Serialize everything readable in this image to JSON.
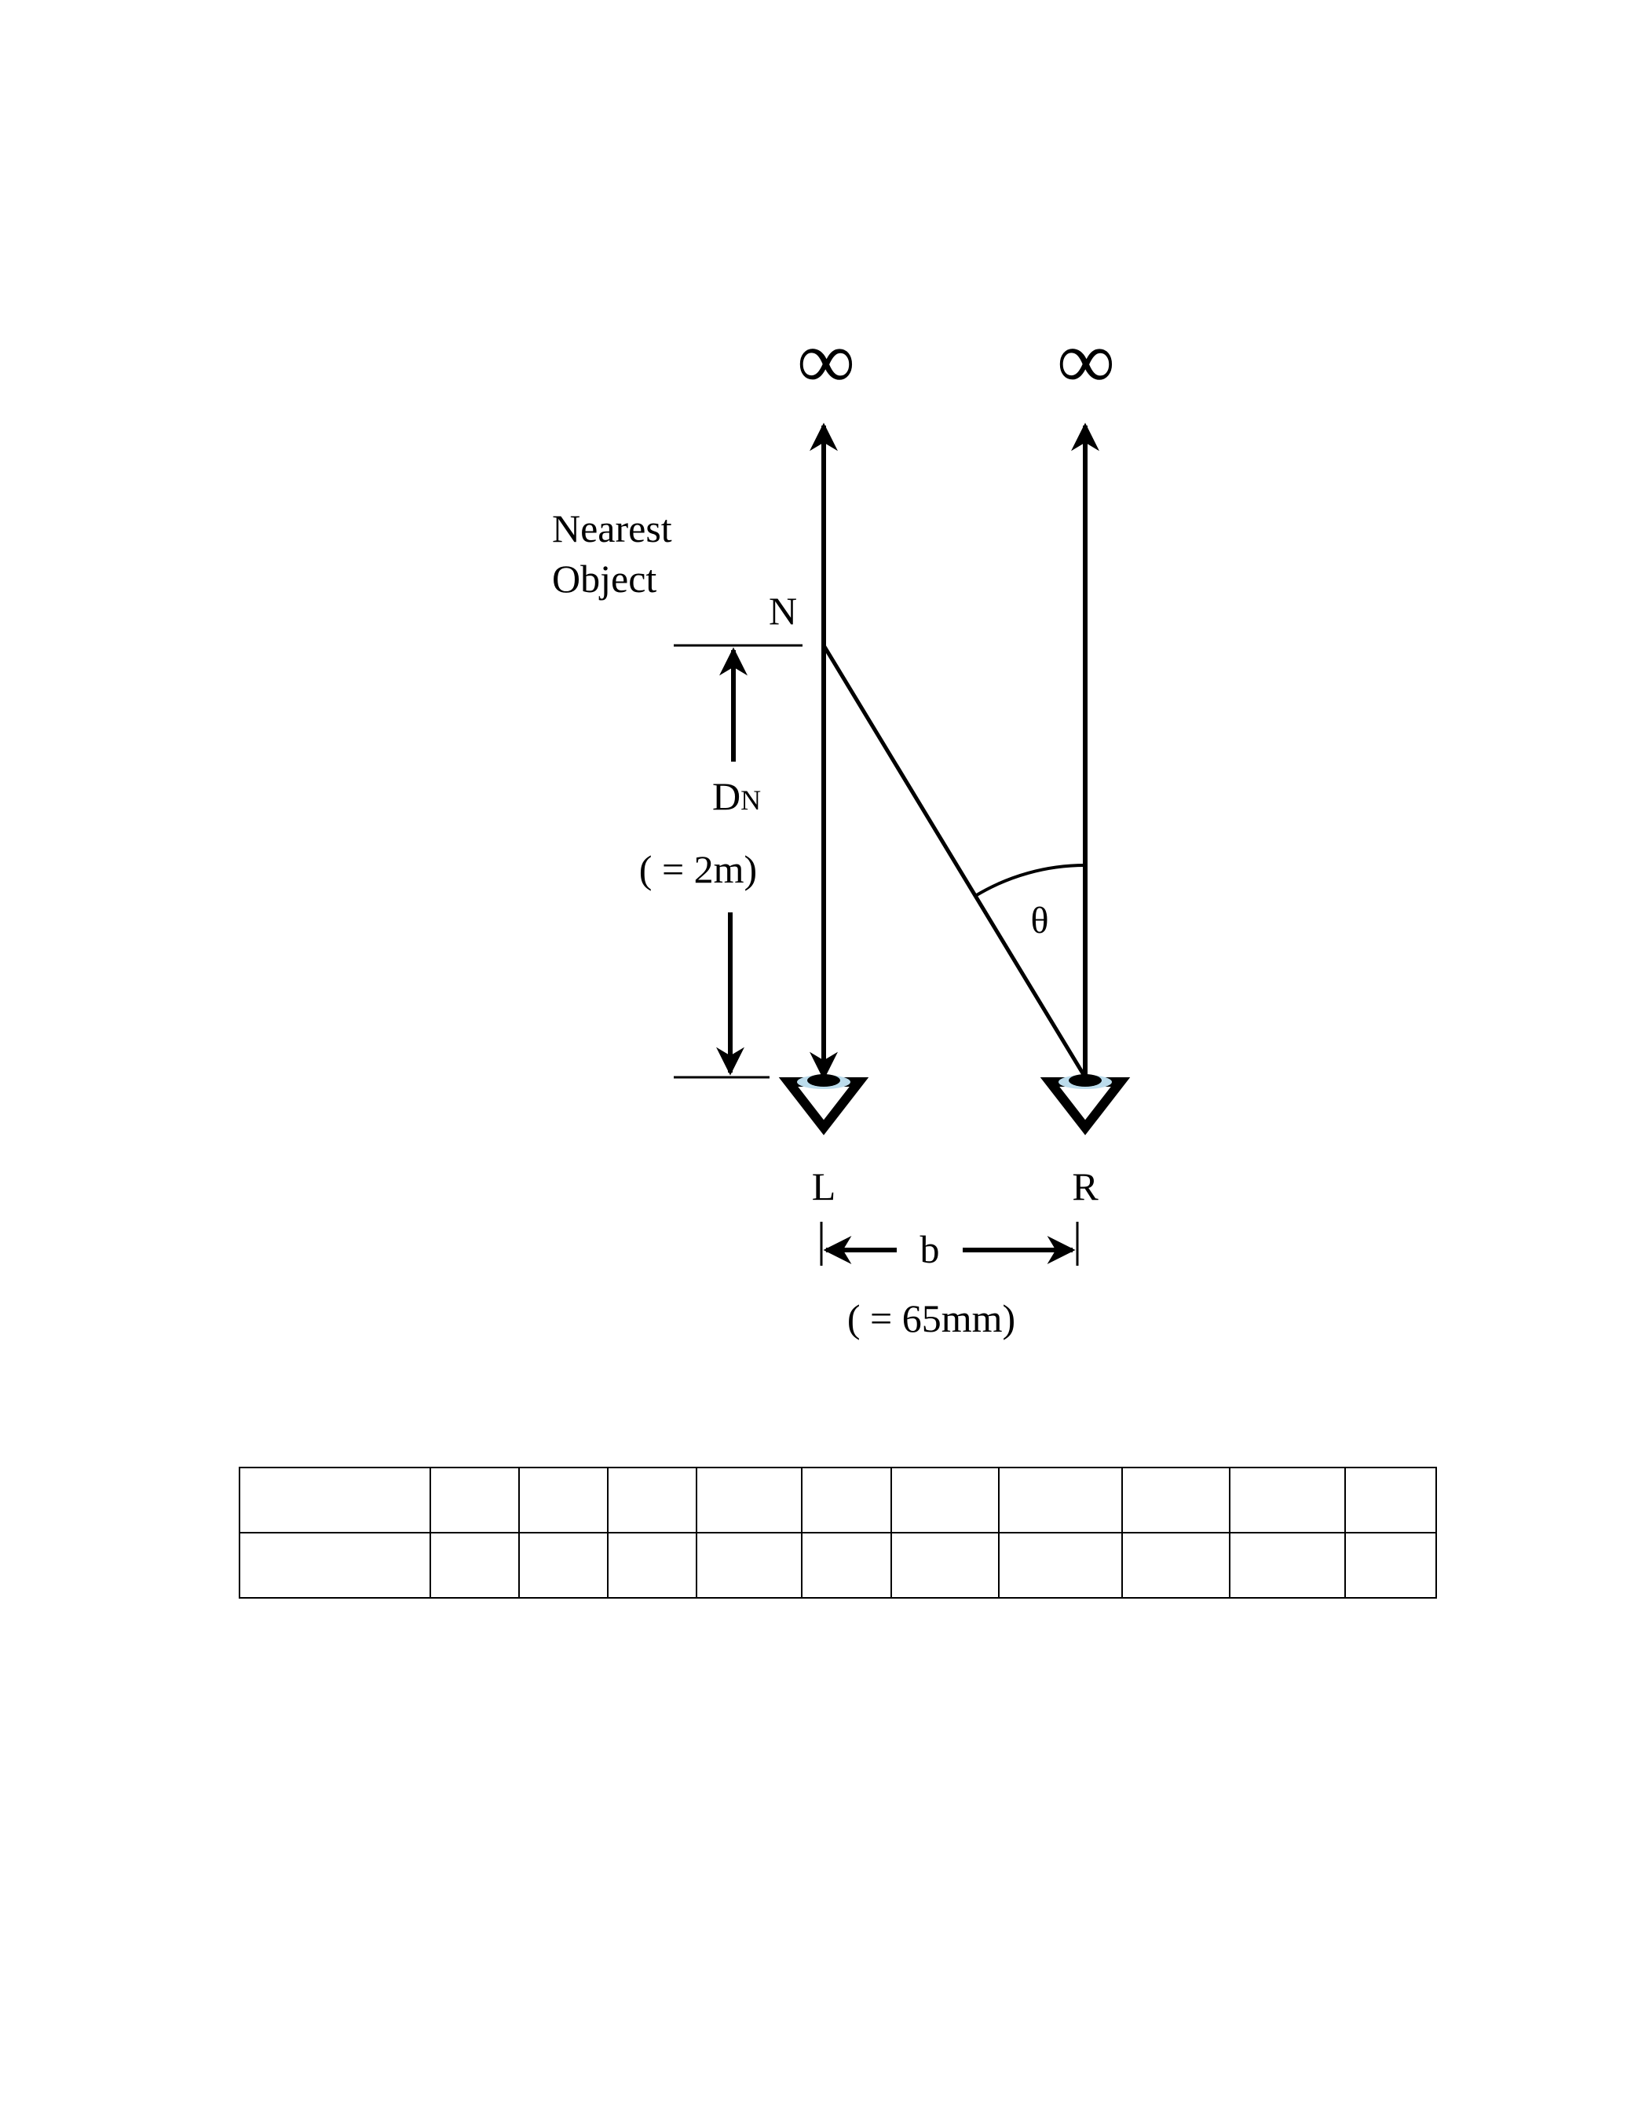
{
  "diagram": {
    "infinity_left": "∞",
    "infinity_right": "∞",
    "nearest_object_line1": "Nearest",
    "nearest_object_line2": "Object",
    "point_n": "N",
    "distance_d": "D",
    "distance_d_subscript": "N",
    "distance_value": "( = 2m)",
    "angle": "θ",
    "eye_left": "L",
    "eye_right": "R",
    "baseline": "b",
    "baseline_value": "( = 65mm)"
  },
  "table": {
    "rows": 2,
    "columns": 11,
    "cells": [
      [
        "",
        "",
        "",
        "",
        "",
        "",
        "",
        "",
        "",
        "",
        ""
      ],
      [
        "",
        "",
        "",
        "",
        "",
        "",
        "",
        "",
        "",
        "",
        ""
      ]
    ]
  },
  "colors": {
    "line": "#000000",
    "pupil_highlight": "#bcdcec"
  }
}
